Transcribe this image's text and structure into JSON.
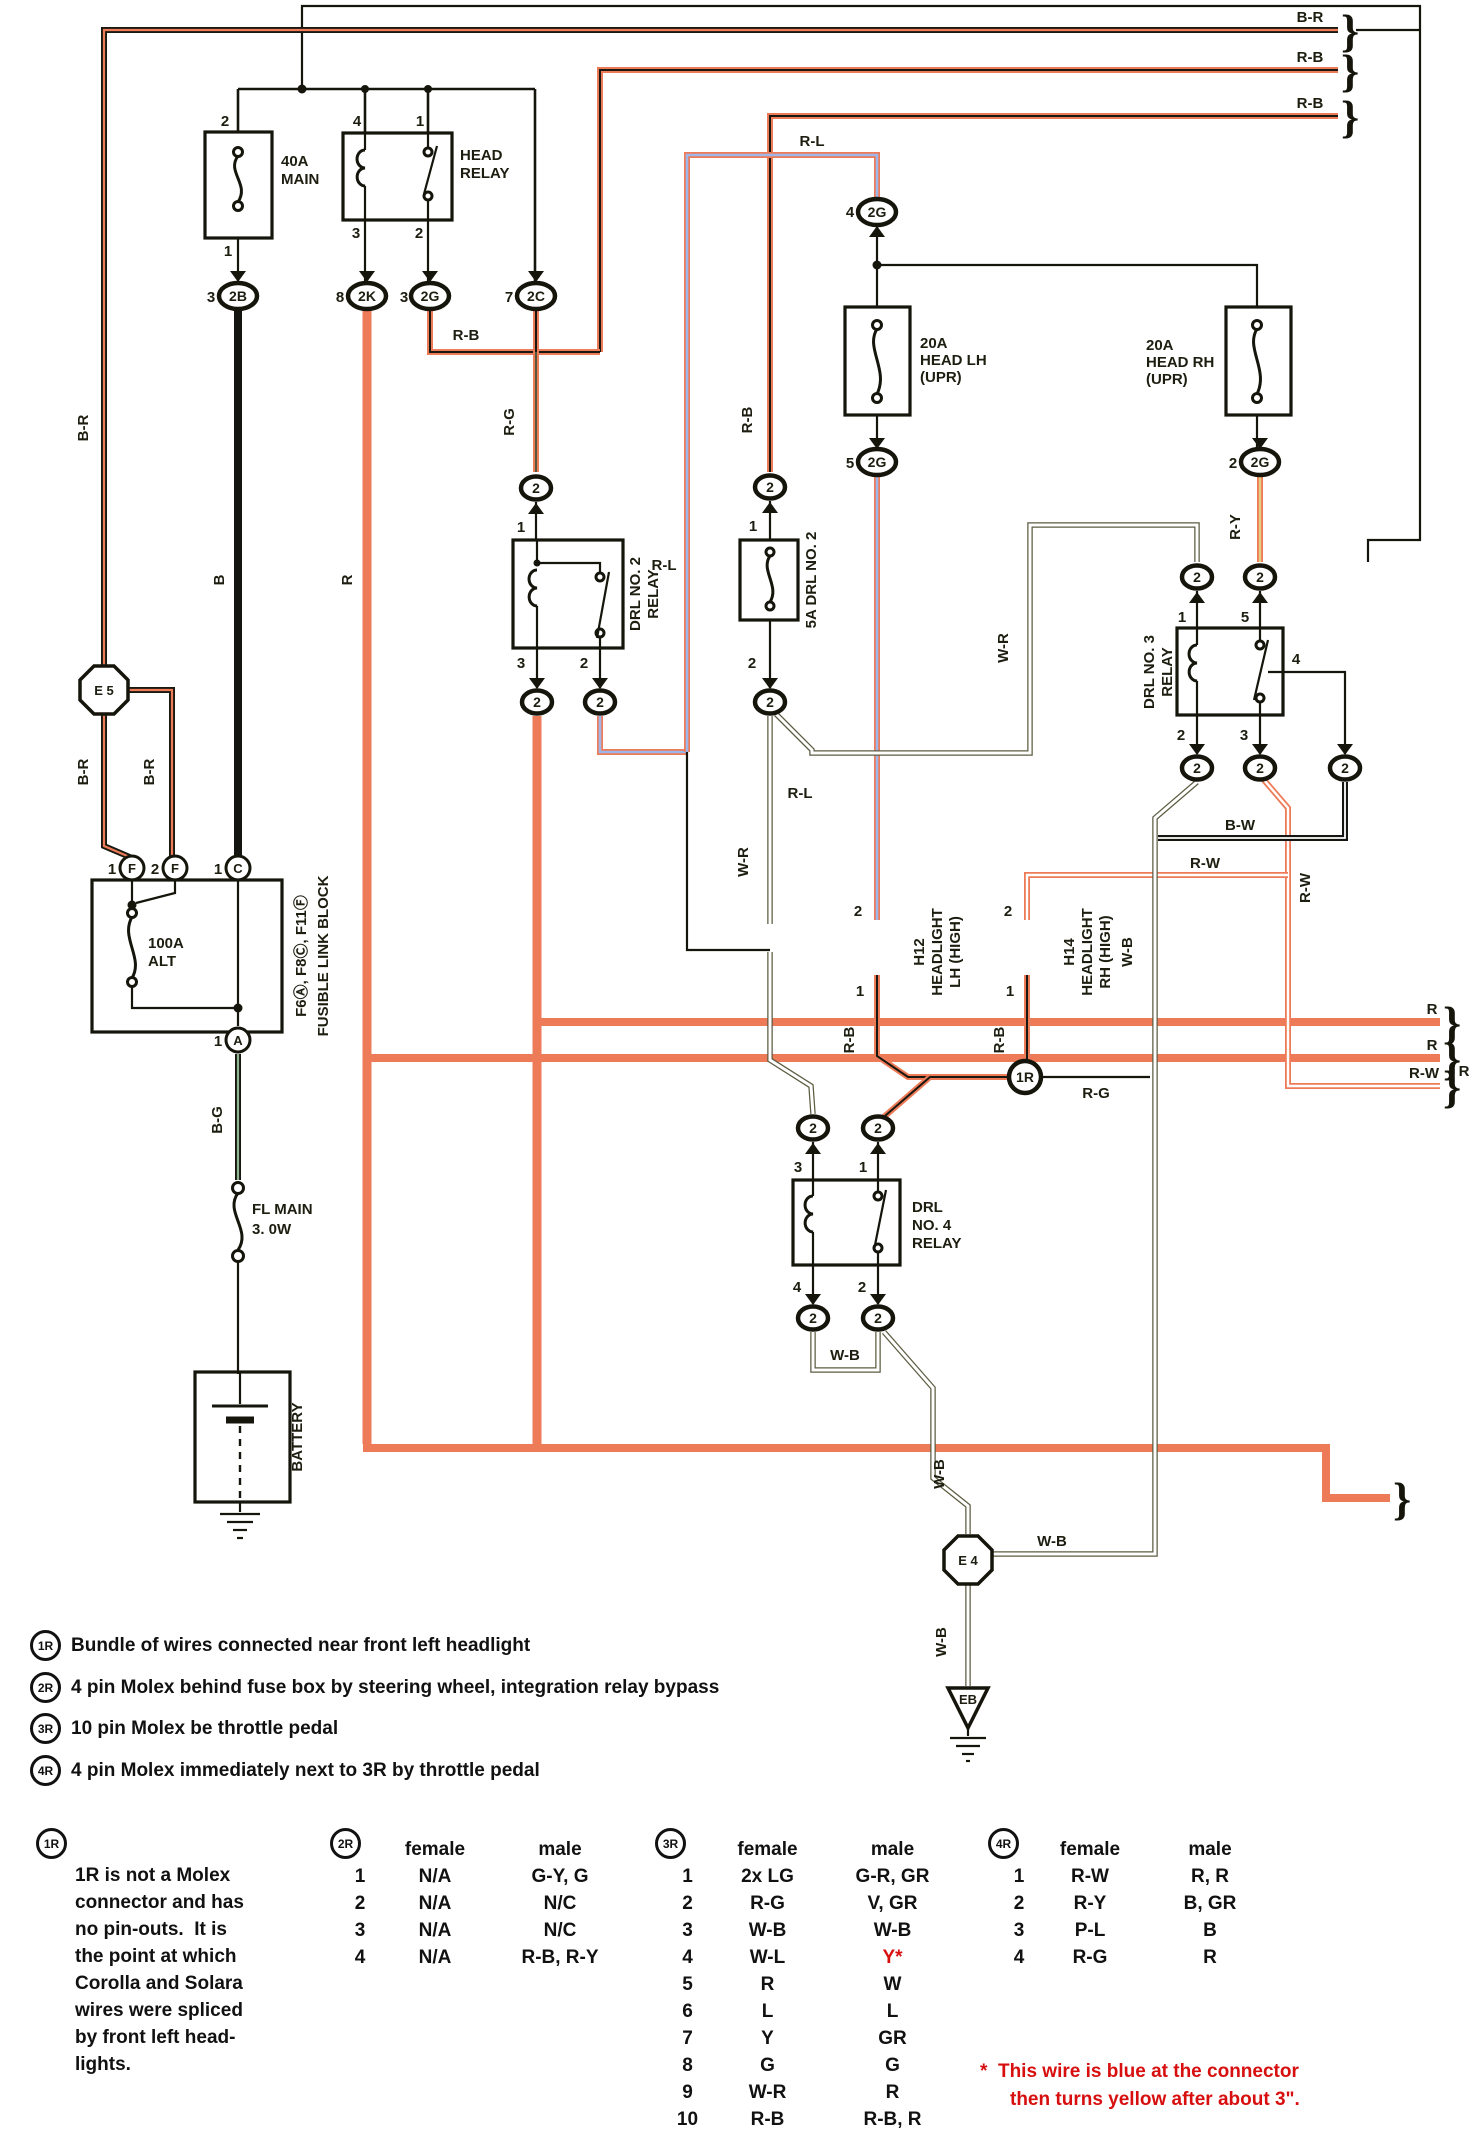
{
  "d": {
    "c2": "2",
    "w": {
      "br": "B-R",
      "rb": "R-B",
      "rl": "R-L",
      "rg": "R-G",
      "ry": "R-Y",
      "rw": "R-W",
      "bw": "B-W",
      "wb": "W-B",
      "wr": "W-R",
      "bg": "B-G",
      "b": "B",
      "r": "R"
    },
    "f40": [
      "40A",
      "MAIN",
      "2",
      "1"
    ],
    "hr": [
      "HEAD",
      "RELAY",
      "4",
      "1",
      "3",
      "2"
    ],
    "cb": [
      "3",
      "2B"
    ],
    "ck": [
      "8",
      "2K"
    ],
    "cg3": [
      "3",
      "2G"
    ],
    "cc": [
      "7",
      "2C"
    ],
    "cg4": [
      "4",
      "2G"
    ],
    "cg5": [
      "5",
      "2G"
    ],
    "cg2": [
      "2",
      "2G"
    ],
    "d2": [
      "DRL NO. 2",
      "RELAY",
      "1",
      "3",
      "2"
    ],
    "f5": [
      "5A DRL NO. 2",
      "1",
      "2"
    ],
    "flh": [
      "20A",
      "HEAD LH",
      "(UPR)"
    ],
    "frh": [
      "20A",
      "HEAD RH",
      "(UPR)"
    ],
    "d3": [
      "DRL NO. 3",
      "RELAY",
      "1",
      "5",
      "2",
      "3",
      "4"
    ],
    "h12": [
      "H12",
      "HEADLIGHT",
      "LH (HIGH)",
      "2",
      "1"
    ],
    "h14": [
      "H14",
      "HEADLIGHT",
      "RH (HIGH)",
      "2",
      "1"
    ],
    "r1": "1R",
    "d4": [
      "DRL",
      "NO. 4",
      "RELAY",
      "3",
      "1",
      "4",
      "2"
    ],
    "e5": "E 5",
    "e4": "E 4",
    "eb": "EB",
    "flb": [
      "1",
      "F",
      "2",
      "F",
      "1",
      "C",
      "1",
      "A",
      "100A",
      "ALT",
      "F6Ⓐ, F8Ⓒ, F11Ⓕ",
      "FUSIBLE LINK BLOCK"
    ],
    "flm": [
      "FL MAIN",
      "3. 0W"
    ],
    "bat": "BATTERY"
  },
  "notes": [
    [
      "1R",
      "Bundle of wires connected near front left headlight"
    ],
    [
      "2R",
      "4 pin Molex behind fuse box by steering wheel, integration relay bypass"
    ],
    [
      "3R",
      "10 pin Molex be throttle pedal"
    ],
    [
      "4R",
      "4 pin Molex immediately next to 3R by throttle pedal"
    ]
  ],
  "blk1r": {
    "id": "1R",
    "lines": [
      "1R is not a Molex",
      "connector and has",
      "no pin-outs.  It is",
      "the point at which",
      "Corolla and Solara",
      "wires were spliced",
      "by front left head-",
      "lights."
    ]
  },
  "t2": {
    "id": "2R",
    "f": "female",
    "m": "male",
    "rows": [
      [
        "1",
        "N/A",
        "G-Y, G"
      ],
      [
        "2",
        "N/A",
        "N/C"
      ],
      [
        "3",
        "N/A",
        "N/C"
      ],
      [
        "4",
        "N/A",
        "R-B, R-Y"
      ]
    ]
  },
  "t3": {
    "id": "3R",
    "f": "female",
    "m": "male",
    "rows": [
      [
        "1",
        "2x LG",
        "G-R, GR"
      ],
      [
        "2",
        "R-G",
        "V, GR"
      ],
      [
        "3",
        "W-B",
        "W-B"
      ],
      [
        "4",
        "W-L",
        "Y*"
      ],
      [
        "5",
        "R",
        "W"
      ],
      [
        "6",
        "L",
        "L"
      ],
      [
        "7",
        "Y",
        "GR"
      ],
      [
        "8",
        "G",
        "G"
      ],
      [
        "9",
        "W-R",
        "R"
      ],
      [
        "10",
        "R-B",
        "R-B, R"
      ]
    ]
  },
  "t4": {
    "id": "4R",
    "f": "female",
    "m": "male",
    "rows": [
      [
        "1",
        "R-W",
        "R, R"
      ],
      [
        "2",
        "R-Y",
        "B, GR"
      ],
      [
        "3",
        "P-L",
        "B"
      ],
      [
        "4",
        "R-G",
        "R"
      ]
    ]
  },
  "fn": {
    "star": "*",
    "line1": "This wire is blue at the connector",
    "line2": "then turns yellow after about 3\"."
  }
}
